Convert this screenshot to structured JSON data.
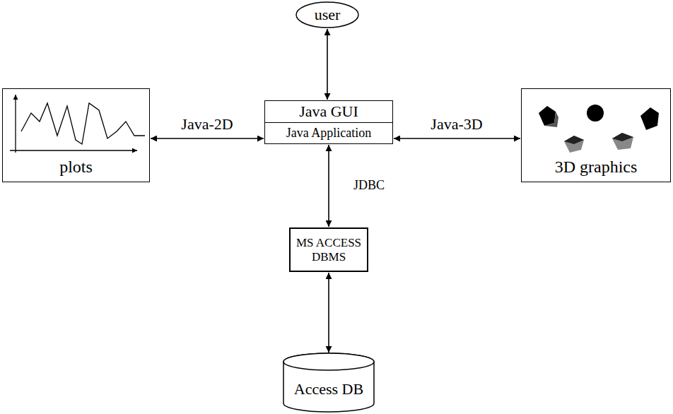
{
  "diagram": {
    "nodes": [
      {
        "text": [
          "user"
        ]
      },
      {
        "text": [
          "plots"
        ]
      },
      {
        "text": [
          "Java GUI",
          "Java Application"
        ]
      },
      {
        "text": [
          "3D graphics"
        ]
      },
      {
        "text": [
          "MS ACCESS DBMS"
        ]
      },
      {
        "text": [
          "Access DB"
        ]
      }
    ],
    "edges": [
      {
        "from": 0,
        "to": 2,
        "arrow": "both"
      },
      {
        "from": 1,
        "to": 2,
        "label": "Java-2D",
        "arrow": "both"
      },
      {
        "from": 2,
        "to": 3,
        "label": "Java-3D",
        "arrow": "both"
      },
      {
        "from": 2,
        "to": 4,
        "label": "JDBC",
        "arrow": "both"
      },
      {
        "from": 4,
        "to": 5,
        "arrow": "both"
      }
    ]
  }
}
